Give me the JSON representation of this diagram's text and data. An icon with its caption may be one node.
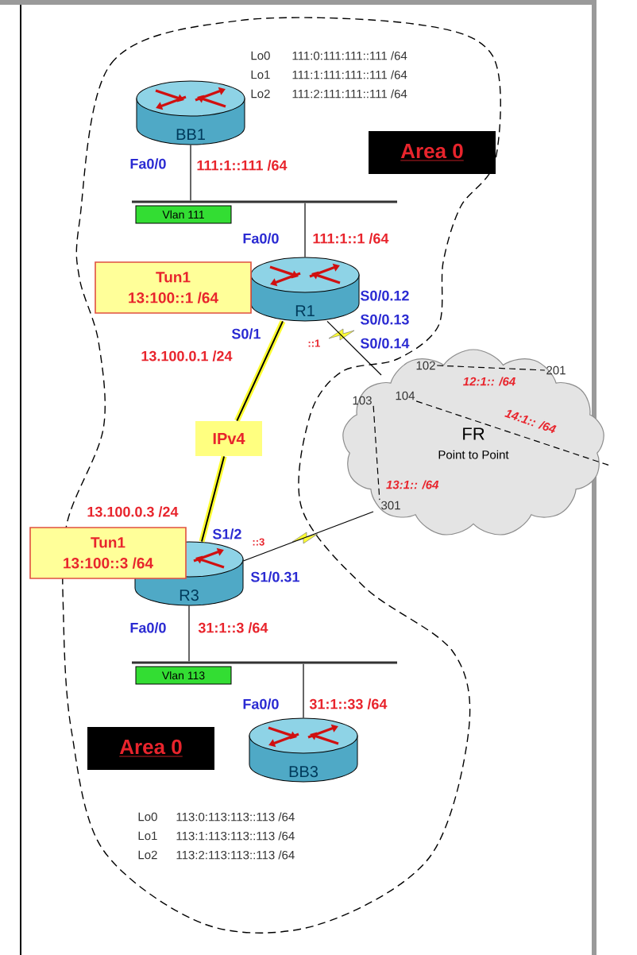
{
  "diagram": {
    "nodes": [
      {
        "text": [
          "BB1"
        ]
      },
      {
        "text": [],
        "shape": "bar",
        "beside": [
          "Vlan 111"
        ]
      },
      {
        "text": [
          "R1"
        ]
      },
      {
        "text": [
          "Tun1",
          "13:100::1 /64"
        ]
      },
      {
        "text": [
          "IPv4"
        ]
      },
      {
        "text": [
          "R3"
        ]
      },
      {
        "text": [
          "Tun1",
          "13:100::3 /64"
        ]
      },
      {
        "text": [
          "FR",
          "Point to Point"
        ]
      },
      {
        "text": [
          "102"
        ],
        "in": 7
      },
      {
        "text": [
          "103"
        ],
        "in": 7
      },
      {
        "text": [
          "104"
        ],
        "in": 7
      },
      {
        "text": [
          "201"
        ],
        "in": 7
      },
      {
        "text": [
          "301"
        ],
        "in": 7
      },
      {
        "text": [],
        "shape": "bar",
        "beside": [
          "Vlan 113"
        ]
      },
      {
        "text": [
          "BB3"
        ]
      },
      {
        "text": [
          "Area 0"
        ]
      },
      {
        "text": [
          "Area 0"
        ]
      }
    ],
    "edges": [
      {
        "from": 0,
        "to": 1,
        "arrow": "none"
      },
      {
        "from": 1,
        "to": 2,
        "arrow": "none"
      },
      {
        "from": 2,
        "to": 4,
        "arrow": "none",
        "style": "thick",
        "color": "#ffff33"
      },
      {
        "from": 4,
        "to": 5,
        "arrow": "none",
        "style": "thick",
        "color": "#ffff33"
      },
      {
        "from": 2,
        "to": 7,
        "arrow": "none"
      },
      {
        "from": 5,
        "to": 7,
        "arrow": "none"
      },
      {
        "from": 5,
        "to": 13,
        "arrow": "none"
      },
      {
        "from": 13,
        "to": 14,
        "arrow": "none"
      },
      {
        "from": 8,
        "to": 11,
        "arrow": "none",
        "style": "dashed",
        "label": "12:1:: /64"
      },
      {
        "from": 10,
        "to": null,
        "arrow": "none",
        "style": "dashed",
        "label": "14:1:: /64"
      },
      {
        "from": 9,
        "to": 12,
        "arrow": "none",
        "style": "dashed",
        "label": "13:1:: /64"
      }
    ],
    "labels": [
      "Lo0",
      "111:0:111:111::111 /64",
      "Lo1",
      "111:1:111:111::111 /64",
      "Lo2",
      "111:2:111:111::111 /64",
      "Fa0/0",
      "111:1::111 /64",
      "Fa0/0",
      "111:1::1 /64",
      "S0/0.12",
      "S0/0.13",
      "S0/0.14",
      "S0/1",
      "::1",
      "13.100.0.1 /24",
      "13.100.0.3 /24",
      "S1/2",
      "::3",
      "S1/0.31",
      "Fa0/0",
      "31:1::3 /64",
      "Fa0/0",
      "31:1::33 /64",
      "Lo0",
      "113:0:113:113::113 /64",
      "Lo1",
      "113:1:113:113::113 /64",
      "Lo2",
      "113:2:113:113::113 /64"
    ]
  }
}
